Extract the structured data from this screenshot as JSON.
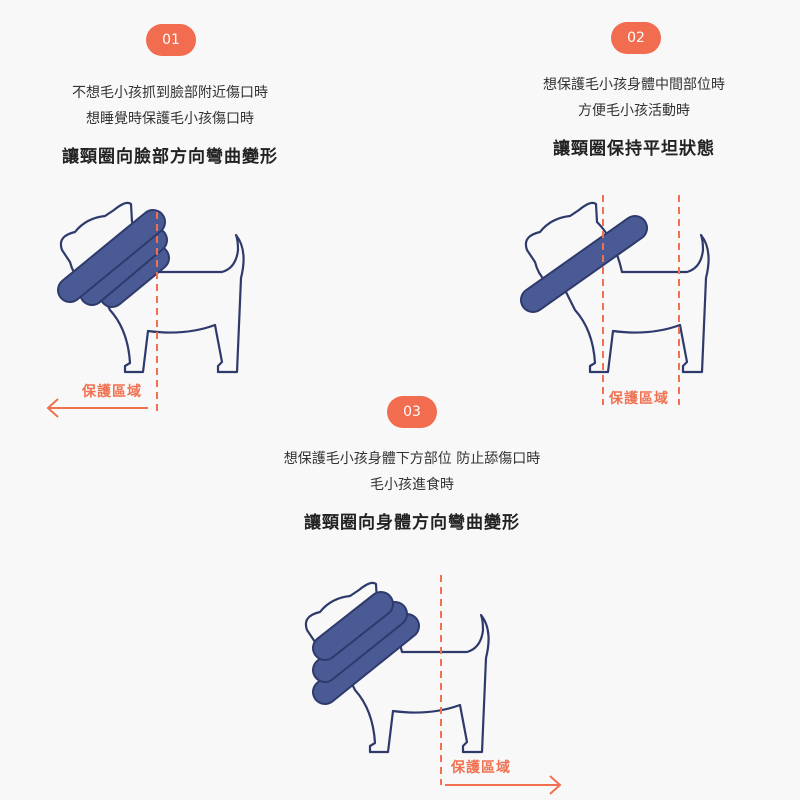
{
  "sections": [
    {
      "badge": "01",
      "lines": [
        "不想毛小孩抓到臉部附近傷口時",
        "想睡覺時保護毛小孩傷口時"
      ],
      "headline": "讓頸圈向臉部方向彎曲變形",
      "zone_label": "保護區域"
    },
    {
      "badge": "02",
      "lines": [
        "想保護毛小孩身體中間部位時",
        "方便毛小孩活動時"
      ],
      "headline": "讓頸圈保持平坦狀態",
      "zone_label": "保護區域"
    },
    {
      "badge": "03",
      "lines": [
        "想保護毛小孩身體下方部位 防止舔傷口時",
        "毛小孩進食時"
      ],
      "headline": "讓頸圈向身體方向彎曲變形",
      "zone_label": "保護區域"
    }
  ],
  "colors": {
    "accent": "#f26c4f",
    "navy": "#2e3a6b",
    "collar": "#4a5a94",
    "background": "#f8f8f8"
  }
}
